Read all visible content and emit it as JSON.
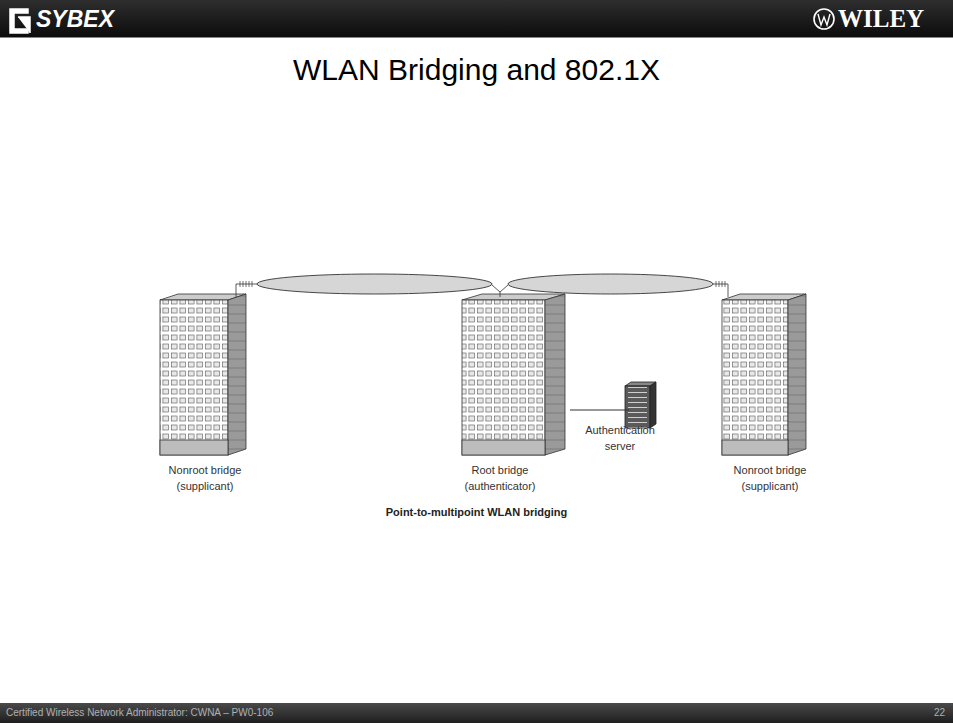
{
  "diagram": {
    "title": "WLAN Bridging and 802.1X",
    "caption": "Point-to-multipoint WLAN bridging",
    "nodes": [
      {
        "text": [
          "Nonroot bridge (supplicant)"
        ]
      },
      {
        "text": [
          "Root bridge (authenticator)"
        ]
      },
      {
        "text": [
          "Authentication server"
        ]
      },
      {
        "text": [
          "Nonroot bridge (supplicant)"
        ]
      }
    ],
    "edges": [
      {
        "from": 0,
        "to": 1,
        "arrow": "none"
      },
      {
        "from": 1,
        "to": 3,
        "arrow": "none"
      },
      {
        "from": 1,
        "to": 2,
        "arrow": "none"
      }
    ],
    "labels": [
      "SYBEX",
      "WILEY",
      "Certified Wireless Network Administrator: CWNA – PW0-106",
      "22"
    ]
  }
}
